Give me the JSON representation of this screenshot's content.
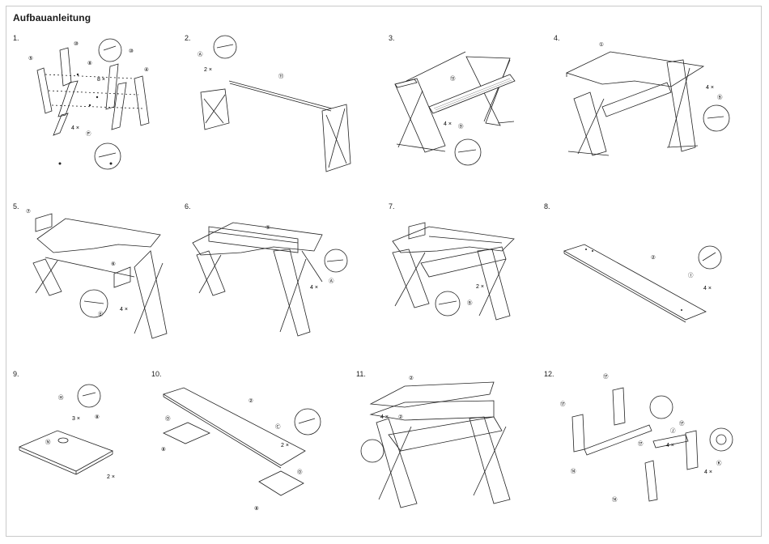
{
  "document": {
    "title": "Aufbauanleitung"
  },
  "steps": [
    {
      "number": "1.",
      "parts": [
        "⑩",
        "⑧",
        "⑩",
        "⑤",
        "④",
        "Ⓟ"
      ],
      "quantities": [
        "8 ×",
        "4 ×"
      ]
    },
    {
      "number": "2.",
      "parts": [
        "Ⓐ",
        "⑪"
      ],
      "quantities": [
        "2 ×"
      ]
    },
    {
      "number": "3.",
      "parts": [
        "⑬",
        "Ⓓ"
      ],
      "quantities": [
        "4 ×"
      ]
    },
    {
      "number": "4.",
      "parts": [
        "①",
        "Ⓑ"
      ],
      "quantities": [
        "4 ×"
      ]
    },
    {
      "number": "5.",
      "parts": [
        "⑦",
        "⑥",
        "Ⓔ"
      ],
      "quantities": [
        "4 ×"
      ]
    },
    {
      "number": "6.",
      "parts": [
        "⑨",
        "Ⓐ"
      ],
      "quantities": [
        "4 ×"
      ]
    },
    {
      "number": "7.",
      "parts": [
        "Ⓑ"
      ],
      "quantities": [
        "2 ×"
      ]
    },
    {
      "number": "8.",
      "parts": [
        "②",
        "Ⓘ"
      ],
      "quantities": [
        "4 ×"
      ]
    },
    {
      "number": "9.",
      "parts": [
        "Ⓗ",
        "Ⓝ",
        "⑧"
      ],
      "quantities": [
        "3 ×",
        "2 ×"
      ]
    },
    {
      "number": "10.",
      "parts": [
        "②",
        "Ⓞ",
        "⑧",
        "Ⓒ",
        "Ⓞ",
        "⑧"
      ],
      "quantities": [
        "2 ×"
      ]
    },
    {
      "number": "11.",
      "parts": [
        "②",
        "②"
      ],
      "quantities": [
        "4 ×"
      ]
    },
    {
      "number": "12.",
      "parts": [
        "⑰",
        "⑰",
        "⑰",
        "⑰",
        "⑭",
        "⑭",
        "Ⓙ",
        "Ⓚ"
      ],
      "quantities": [
        "4 ×",
        "4 ×"
      ]
    }
  ]
}
